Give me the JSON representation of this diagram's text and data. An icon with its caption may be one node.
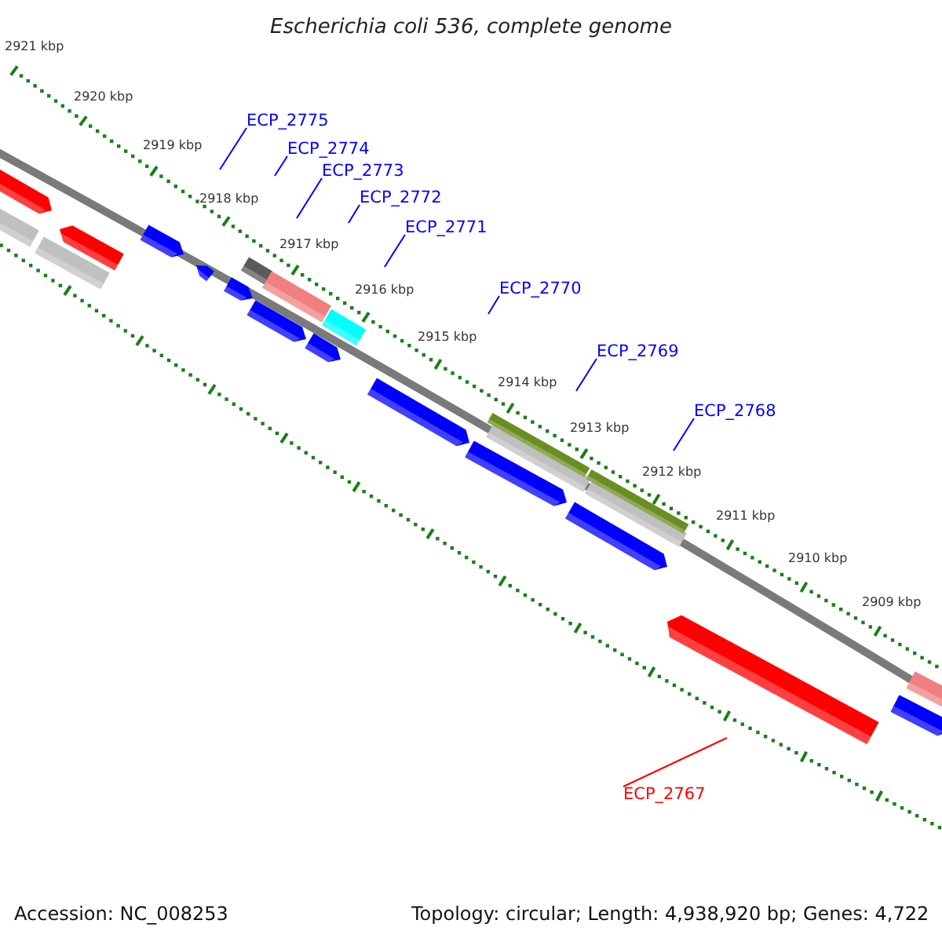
{
  "diagram": {
    "title": "Escherichia coli 536, complete genome",
    "nodes": [
      {
        "text": [
          "ECP_2775"
        ]
      },
      {
        "text": [
          "ECP_2774"
        ]
      },
      {
        "text": [
          "ECP_2773"
        ]
      },
      {
        "text": [
          "ECP_2772"
        ]
      },
      {
        "text": [
          "ECP_2771"
        ]
      },
      {
        "text": [
          "ECP_2770"
        ]
      },
      {
        "text": [
          "ECP_2769"
        ]
      },
      {
        "text": [
          "ECP_2768"
        ]
      },
      {
        "text": [
          "ECP_2767"
        ]
      }
    ],
    "edges": [
      {
        "from": 0,
        "to": null,
        "arrow": "none"
      },
      {
        "from": 1,
        "to": null,
        "arrow": "none"
      },
      {
        "from": 2,
        "to": null,
        "arrow": "none"
      },
      {
        "from": 3,
        "to": null,
        "arrow": "none"
      },
      {
        "from": 4,
        "to": null,
        "arrow": "none"
      },
      {
        "from": 5,
        "to": null,
        "arrow": "none"
      },
      {
        "from": 6,
        "to": null,
        "arrow": "none"
      },
      {
        "from": 7,
        "to": null,
        "arrow": "none"
      },
      {
        "from": 8,
        "to": null,
        "arrow": "none",
        "color": "#ff0000"
      }
    ],
    "labels": [
      "2921 kbp",
      "2920 kbp",
      "2919 kbp",
      "2918 kbp",
      "2917 kbp",
      "2916 kbp",
      "2915 kbp",
      "2914 kbp",
      "2913 kbp",
      "2912 kbp",
      "2911 kbp",
      "2910 kbp",
      "2909 kbp",
      "Accession: NC_008253",
      "Topology: circular; Length: 4,938,920 bp; Genes: 4,722"
    ]
  }
}
